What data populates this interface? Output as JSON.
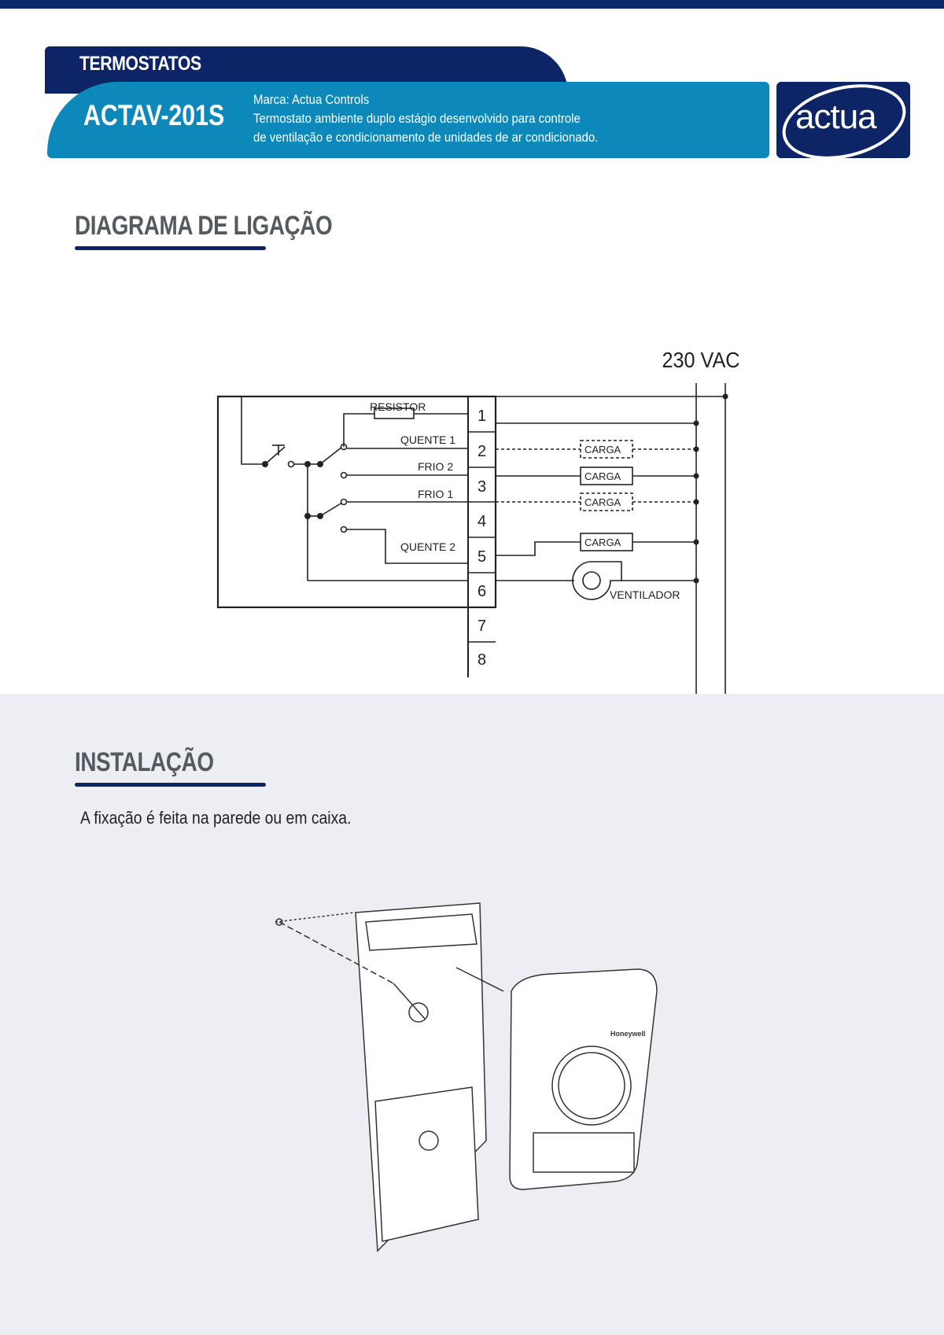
{
  "header": {
    "category": "TERMOSTATOS",
    "model": "ACTAV-201S",
    "brand_line": "Marca: Actua Controls",
    "description_line1": "Termostato ambiente duplo estágio desenvolvido para controle",
    "description_line2": "de ventilação e condicionamento de unidades de ar condicionado.",
    "logo_text": "actua"
  },
  "diagram": {
    "title": "DIAGRAMA DE LIGAÇÃO",
    "supply": "230 VAC",
    "resistor": "RESISTOR",
    "quente1": "QUENTE 1",
    "frio2": "FRIO 2",
    "frio1": "FRIO 1",
    "quente2": "QUENTE 2",
    "terminals": [
      "1",
      "2",
      "3",
      "4",
      "5",
      "6",
      "7",
      "8"
    ],
    "load": "CARGA",
    "fan": "VENTILADOR"
  },
  "installation": {
    "title": "INSTALAÇÃO",
    "text": "A fixação é feita na parede ou em caixa.",
    "device_brand": "Honeywell"
  },
  "colors": {
    "navy": "#0d2466",
    "blue": "#0c88ba",
    "gray_bg": "#eceef3"
  }
}
